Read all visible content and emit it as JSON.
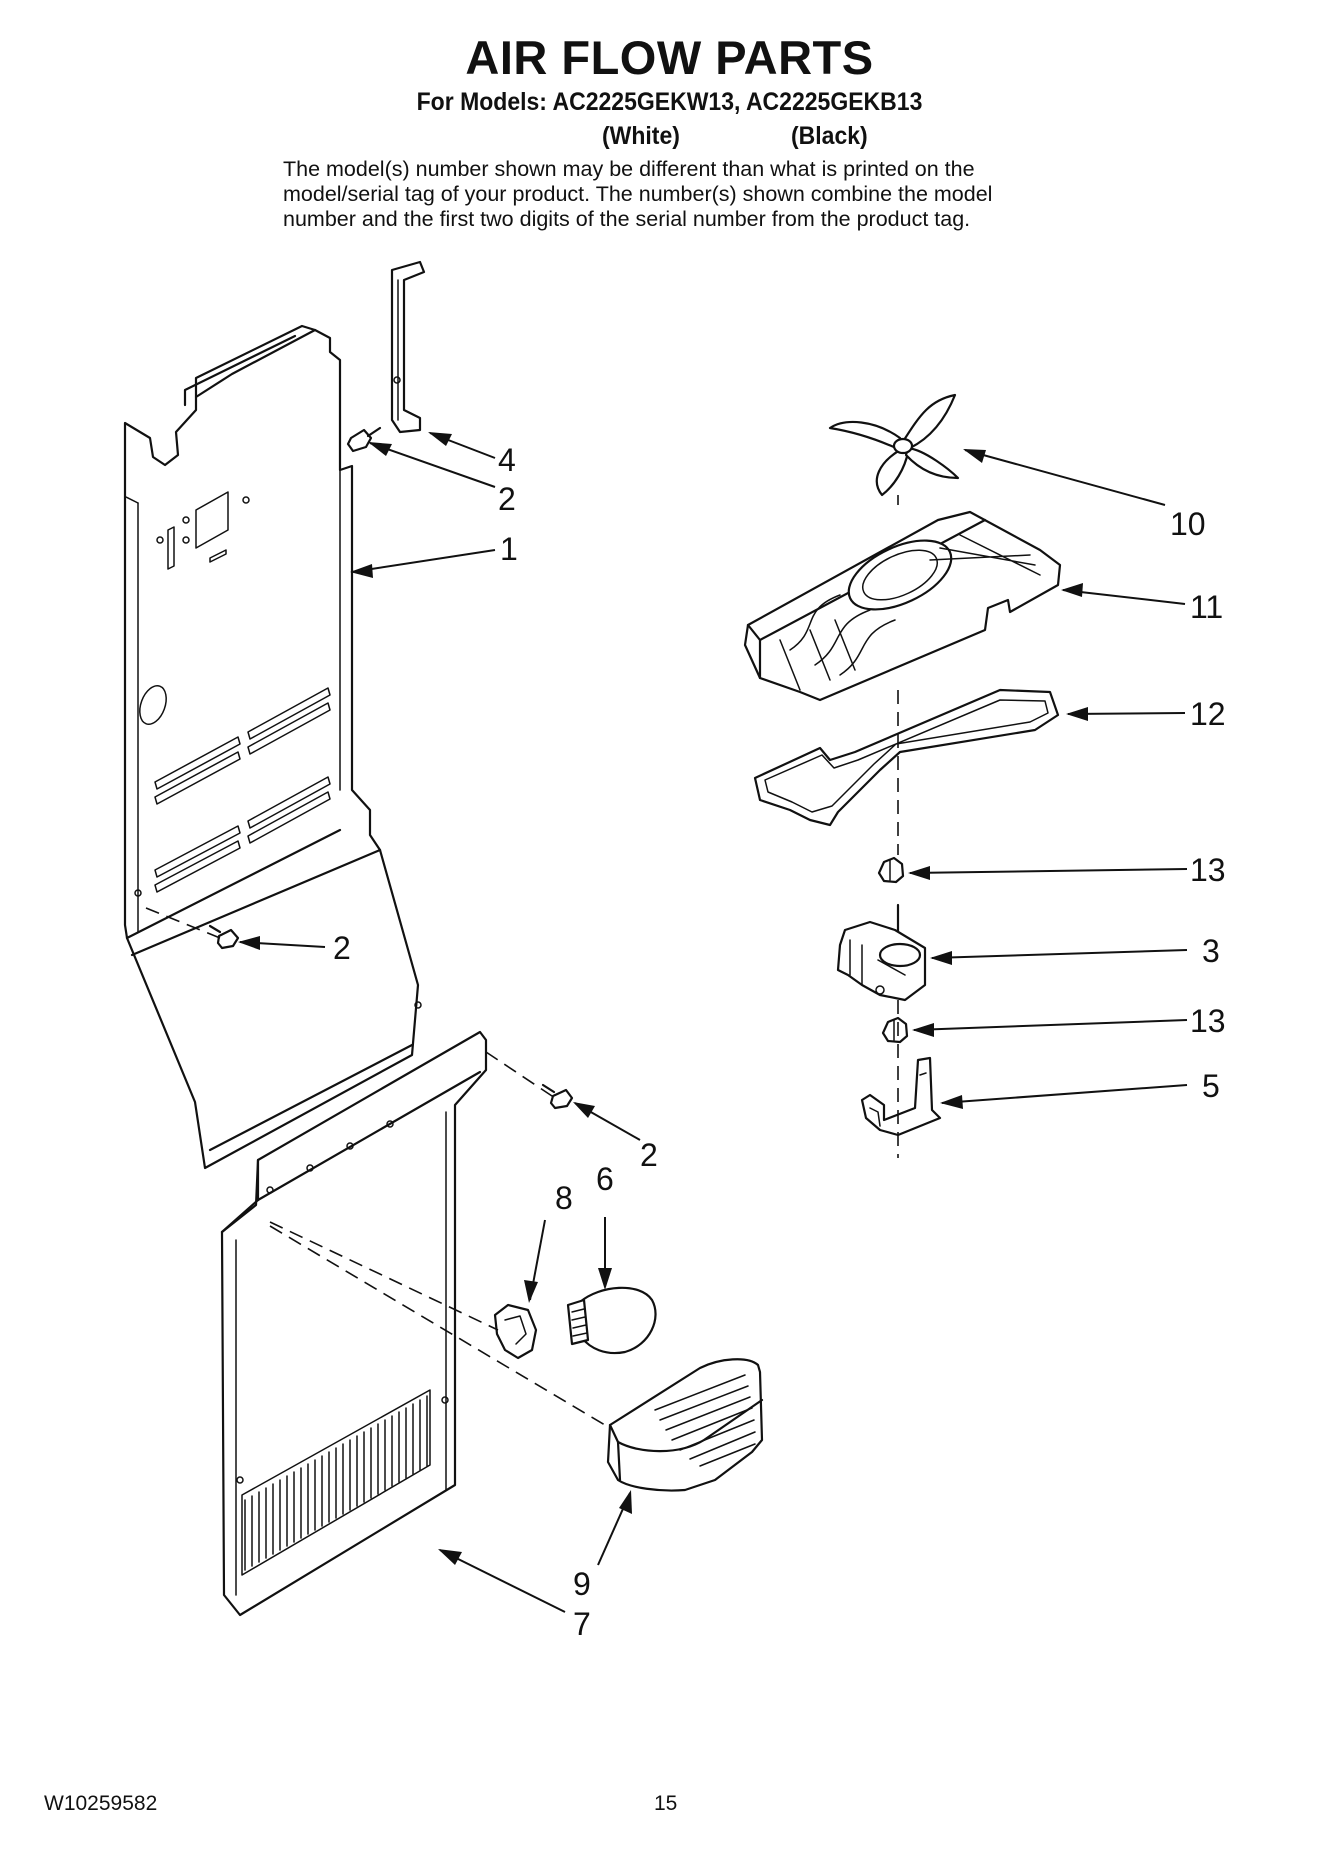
{
  "header": {
    "title": "AIR FLOW PARTS",
    "models_line": "For Models: AC2225GEKW13, AC2225GEKB13",
    "variant_white": "(White)",
    "variant_black": "(Black)",
    "note_lines": [
      "The model(s) number shown may be different than what is printed on the",
      "model/serial tag of your product. The number(s) shown combine the model",
      "number and the first two digits of the serial number from the product tag."
    ]
  },
  "callouts": {
    "c4": "4",
    "c2a": "2",
    "c1": "1",
    "c2b": "2",
    "c2c": "2",
    "c8": "8",
    "c6": "6",
    "c9": "9",
    "c7": "7",
    "c10": "10",
    "c11": "11",
    "c12": "12",
    "c13a": "13",
    "c3": "3",
    "c13b": "13",
    "c5": "5"
  },
  "footer": {
    "doc_number": "W10259582",
    "page_number": "15"
  }
}
